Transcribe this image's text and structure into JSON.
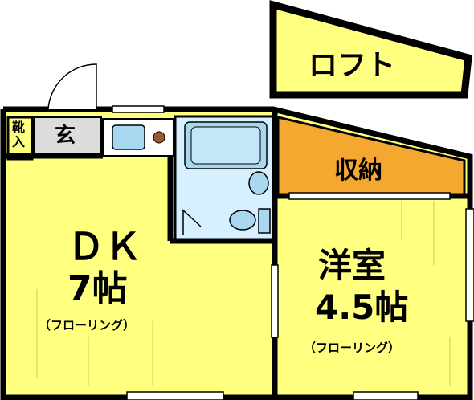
{
  "rooms": {
    "loft": {
      "label": "ロフト"
    },
    "storage": {
      "label": "収納"
    },
    "entrance": {
      "label": "玄"
    },
    "shoe_box": {
      "label": "靴\n入"
    },
    "dk": {
      "name": "ＤＫ",
      "size": "7帖",
      "flooring": "（フローリング）"
    },
    "western_room": {
      "name": "洋室",
      "size": "4.5帖",
      "flooring": "（フローリング）"
    }
  },
  "colors": {
    "room_fill": "#ffff80",
    "storage_fill": "#f5a830",
    "entrance_fill": "#dcdcdc",
    "bath_fill": "#d6f0ff",
    "fixture_fill": "#a8d8f0",
    "wall": "#000000",
    "stove_knob": "#9a5a2a"
  }
}
